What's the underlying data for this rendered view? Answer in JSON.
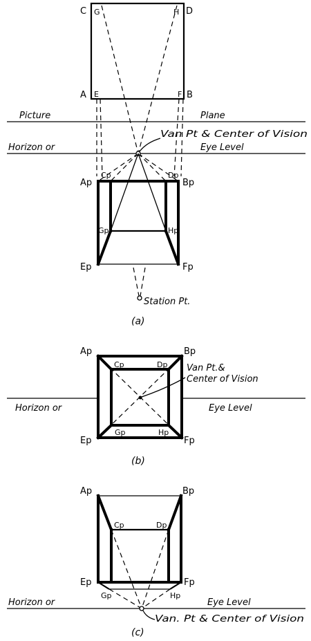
{
  "figure_a": {
    "corner_c": "C",
    "corner_g": "G",
    "corner_h": "H",
    "corner_d": "D",
    "corner_a": "A",
    "corner_e": "E",
    "corner_f": "F",
    "corner_b": "B",
    "picture": "Picture",
    "plane": "Plane",
    "vanishing": "Van Pt & Center of Vision",
    "horizon": "Horizon or",
    "eye_level": "Eye Level",
    "cp": "Cp",
    "dp": "Dp",
    "ap": "Ap",
    "bp": "Bp",
    "gp": "Gp",
    "hp": "Hp",
    "ep": "Ep",
    "fp": "Fp",
    "station": "Station Pt.",
    "caption": "(a)"
  },
  "figure_b": {
    "ap": "Ap",
    "bp": "Bp",
    "cp": "Cp",
    "dp": "Dp",
    "van1": "Van Pt.&",
    "van2": "Center of Vision",
    "horizon": "Horizon or",
    "eye_level": "Eye Level",
    "ep": "Ep",
    "gp": "Gp",
    "hp": "Hp",
    "fp": "Fp",
    "caption": "(b)"
  },
  "figure_c": {
    "ap": "Ap",
    "bp": "Bp",
    "cp": "Cp",
    "dp": "Dp",
    "ep": "Ep",
    "fp": "Fp",
    "gp": "Gp",
    "hp": "Hp",
    "horizon": "Horizon or",
    "eye_level": "Eye Level",
    "vanishing": "Van. Pt & Center of Vision",
    "caption": "(c)"
  }
}
